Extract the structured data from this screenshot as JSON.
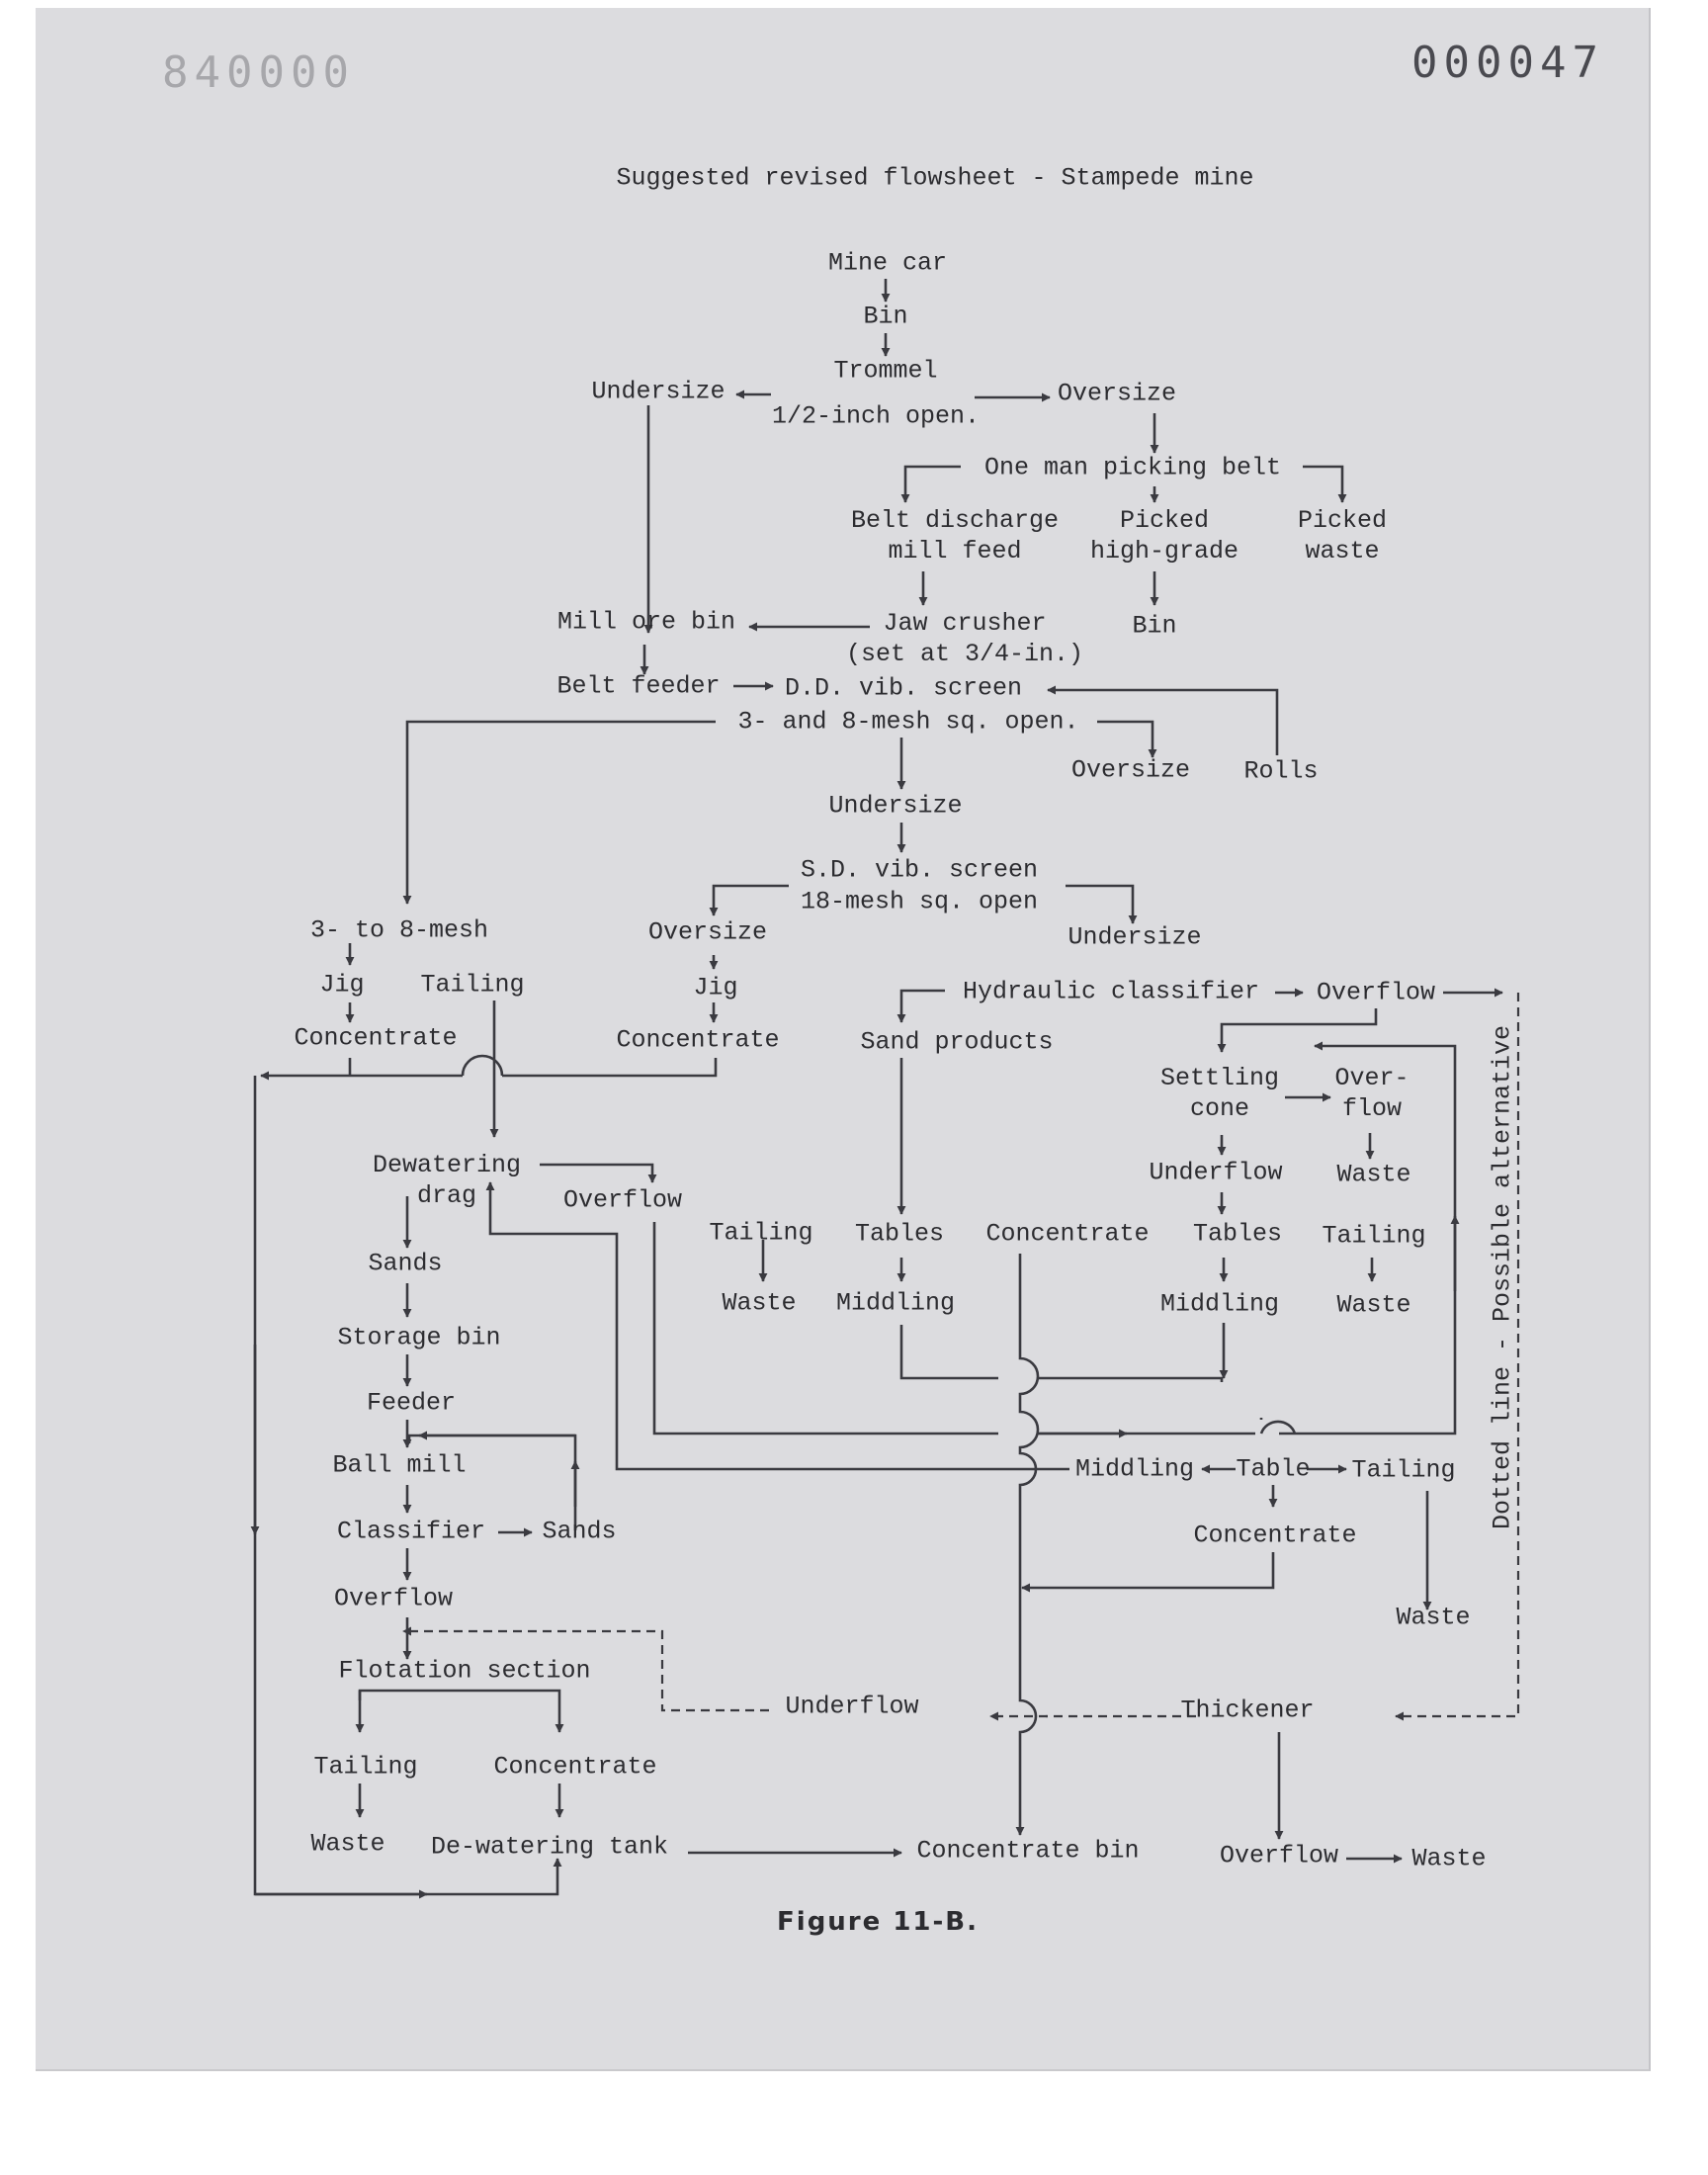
{
  "page_numbers": {
    "top_left": "840000",
    "top_right": "000047"
  },
  "title": "Suggested revised flowsheet - Stampede mine",
  "figure_caption": "Figure 11-B.",
  "side_note": "Dotted line - Possible alternative",
  "nodes": {
    "mine_car": "Mine car",
    "bin_top": "Bin",
    "trommel": "Trommel",
    "trommel_spec": "1/2-inch open.",
    "trommel_undersize": "Undersize",
    "trommel_oversize": "Oversize",
    "picking_belt": "One man picking belt",
    "belt_discharge": "Belt discharge\nmill feed",
    "picked_high_grade": "Picked\nhigh-grade",
    "picked_waste": "Picked\nwaste",
    "bin_high_grade": "Bin",
    "mill_ore_bin": "Mill ore bin",
    "jaw_crusher": "Jaw crusher\n(set at 3/4-in.)",
    "belt_feeder": "Belt feeder",
    "dd_screen": "D.D. vib. screen",
    "dd_screen_spec": "3- and 8-mesh sq. open.",
    "dd_oversize": "Oversize",
    "rolls": "Rolls",
    "dd_undersize": "Undersize",
    "sd_screen": "S.D. vib. screen",
    "sd_screen_spec": "18-mesh sq. open",
    "three_to_eight_mesh": "3- to 8-mesh",
    "jig_left": "Jig",
    "tailing_jig": "Tailing",
    "concentrate_jig_left": "Concentrate",
    "sd_oversize": "Oversize",
    "jig_mid": "Jig",
    "concentrate_jig_mid": "Concentrate",
    "sd_undersize": "Undersize",
    "hydraulic_classifier": "Hydraulic classifier",
    "hc_overflow": "Overflow",
    "sand_products": "Sand products",
    "settling_cone": "Settling\ncone",
    "sc_overflow": "Over-\nflow",
    "sc_waste": "Waste",
    "sc_underflow": "Underflow",
    "dewatering_drag": "Dewatering\ndrag",
    "drag_overflow": "Overflow",
    "drag_sands": "Sands",
    "storage_bin": "Storage bin",
    "feeder": "Feeder",
    "ball_mill": "Ball mill",
    "classifier": "Classifier",
    "classifier_sands": "Sands",
    "classifier_overflow": "Overflow",
    "flotation_section": "Flotation section",
    "flot_tailing": "Tailing",
    "flot_concentrate": "Concentrate",
    "flot_waste": "Waste",
    "dewatering_tank": "De-watering tank",
    "tables_tailing_left": "Tailing",
    "tables_left": "Tables",
    "tables_concentrate": "Concentrate",
    "tables_right": "Tables",
    "tables_tailing_right": "Tailing",
    "tables_waste_left": "Waste",
    "tables_middling_left": "Middling",
    "tables_middling_right": "Middling",
    "tables_waste_right": "Waste",
    "table_middling": "Middling",
    "table": "Table",
    "table_tailing": "Tailing",
    "table_concentrate": "Concentrate",
    "table_waste": "Waste",
    "thickener_underflow": "Underflow",
    "thickener": "Thickener",
    "concentrate_bin": "Concentrate bin",
    "thickener_overflow": "Overflow",
    "final_waste": "Waste"
  }
}
